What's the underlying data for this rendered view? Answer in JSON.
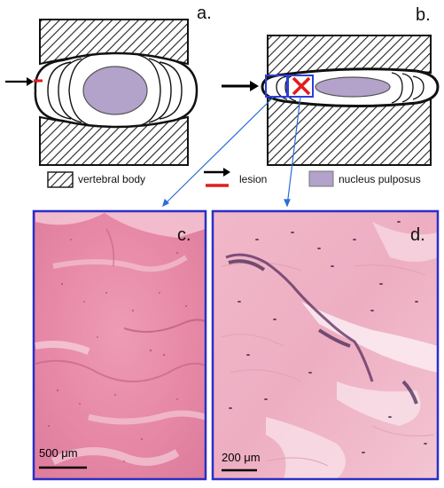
{
  "panels": {
    "a": {
      "label": "a."
    },
    "b": {
      "label": "b."
    },
    "c": {
      "label": "c.",
      "scale_bar": "500 μm"
    },
    "d": {
      "label": "d.",
      "scale_bar": "200 μm"
    }
  },
  "legend": {
    "vertebral_body": "vertebral body",
    "lesion": "lesion",
    "nucleus_pulposus": "nucleus pulposus"
  },
  "colors": {
    "nucleus_fill": "#b3a2c9",
    "lesion": "#e21c1c",
    "callout_box": "#2b3fd6",
    "callout_line": "#2a6fd6",
    "histology_border": "#2a2fc8",
    "tissue_pink": "#e98aa8",
    "tissue_light": "#f3c4d3"
  },
  "icons": {
    "arrow": "right-arrow-icon",
    "hatch": "hatched-swatch-icon"
  }
}
